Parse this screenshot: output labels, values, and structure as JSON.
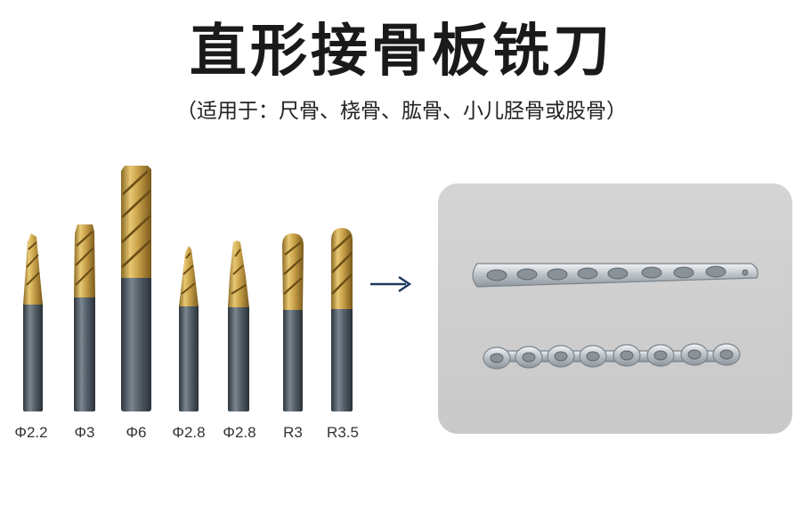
{
  "title": "直形接骨板铣刀",
  "subtitle": "（适用于：尺骨、桡骨、肱骨、小儿胫骨或股骨）",
  "tools": [
    {
      "label": "Φ2.2",
      "shape": "flat-end-mill"
    },
    {
      "label": "Φ3",
      "shape": "flat-end-mill"
    },
    {
      "label": "Φ6",
      "shape": "long-flat-end-mill"
    },
    {
      "label": "Φ2.8",
      "shape": "tapered-end-mill"
    },
    {
      "label": "Φ2.8",
      "shape": "conical-end-mill"
    },
    {
      "label": "R3",
      "shape": "ball-end-mill"
    },
    {
      "label": "R3.5",
      "shape": "ball-end-mill"
    }
  ],
  "arrow_icon": "right-arrow-icon",
  "plates": [
    {
      "name": "straight-locking-plate",
      "holes": 8
    },
    {
      "name": "reconstruction-plate",
      "holes": 8
    }
  ],
  "colors": {
    "gold": "#c9a24a",
    "shank": "#4a5560",
    "panel": "#cfcfcf",
    "arrow": "#1f3a5f"
  }
}
